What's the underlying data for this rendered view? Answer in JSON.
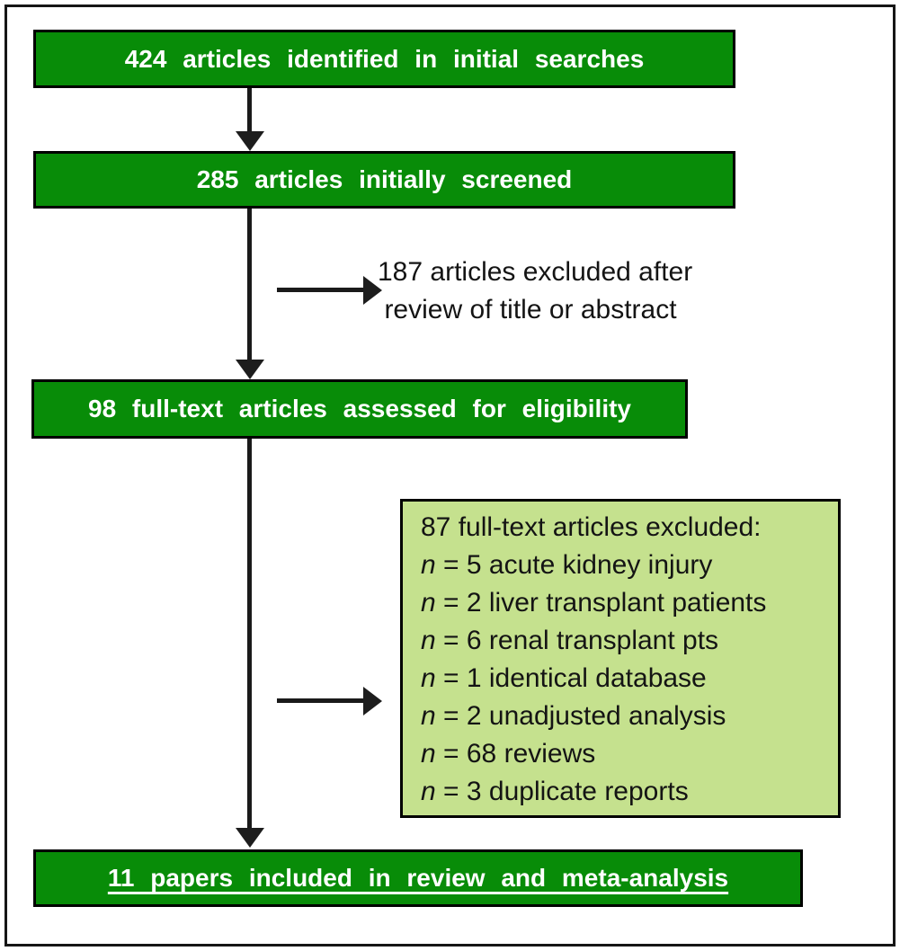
{
  "flow": {
    "box1": "424 articles identified in initial searches",
    "box2": "285 articles initially screened",
    "box3": "98 full-text articles assessed for eligibility",
    "box4": "11 papers included in review and meta-analysis"
  },
  "side_note": {
    "line1": "187 articles excluded after",
    "line2": "review of title or abstract"
  },
  "exclusions": {
    "title": "87 full-text articles excluded:",
    "items": [
      {
        "var": "n",
        "text": " = 5 acute kidney injury"
      },
      {
        "var": "n",
        "text": " = 2 liver transplant patients"
      },
      {
        "var": "n",
        "text": " = 6 renal transplant pts"
      },
      {
        "var": "n",
        "text": " = 1 identical database"
      },
      {
        "var": "n",
        "text": " = 2 unadjusted analysis"
      },
      {
        "var": "n",
        "text": " = 68 reviews"
      },
      {
        "var": "n",
        "text": " = 3 duplicate reports"
      }
    ]
  },
  "colors": {
    "box_green": "#088c08",
    "exclusion_light_green": "#c5e18e",
    "outline_black": "#000000",
    "text_white": "#ffffff",
    "text_black": "#141414"
  }
}
